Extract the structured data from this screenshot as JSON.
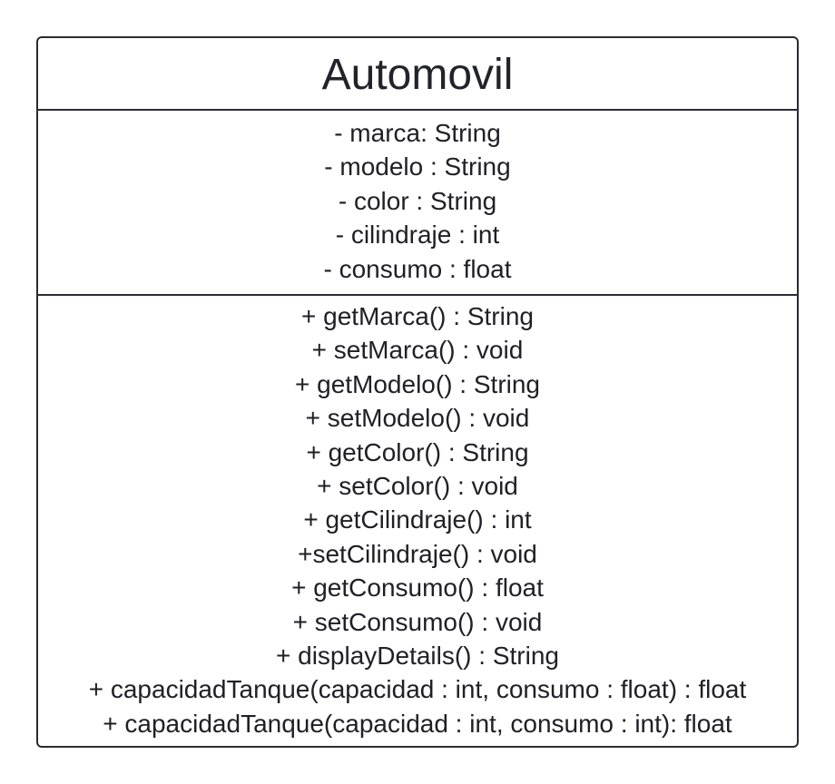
{
  "class_name": "Automovil",
  "attributes": [
    "- marca: String",
    "- modelo : String",
    "- color : String",
    "- cilindraje : int",
    "- consumo : float"
  ],
  "methods": [
    "+ getMarca() : String",
    "+ setMarca() : void",
    "+ getModelo() : String",
    "+ setModelo() : void",
    "+ getColor() : String",
    "+ setColor() : void",
    "+ getCilindraje() : int",
    "+setCilindraje() : void",
    "+ getConsumo() : float",
    "+ setConsumo() : void",
    "+ displayDetails() : String",
    "+ capacidadTanque(capacidad : int, consumo : float) : float",
    "+ capacidadTanque(capacidad : int, consumo : int): float"
  ]
}
